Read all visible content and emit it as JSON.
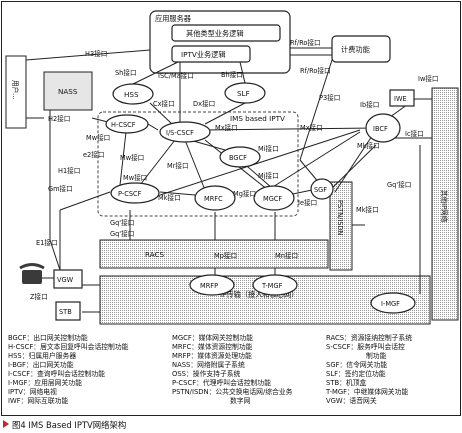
{
  "diagram": {
    "app_server_title": "应用服务器",
    "app_logic_1": "其他类型业务逻辑",
    "app_logic_2": "IPTV业务逻辑",
    "charging": "计费功能",
    "nass": "NASS",
    "hss": "HSS",
    "slf": "SLF",
    "ims_iptv": "IMS based IPTV",
    "h_cscf": "H-CSCF",
    "i_s_cscf": "I/S-CSCF",
    "bgcf": "BGCF",
    "p_cscf": "P-CSCF",
    "mrfc": "MRFC",
    "mgcf": "MGCF",
    "sgf": "SGF",
    "ibcf": "IBCF",
    "iwe": "IWE",
    "racs": "RACS",
    "mrfp": "MRFP",
    "t_mgf": "T-MGF",
    "transport": "IP传输（接入和核心网）",
    "i_mgf": "I-MGF",
    "vgw": "VGW",
    "stb": "STB",
    "left_vert": "用户...",
    "pstn_vert": "PSTN/ISDN",
    "other_ip": "其他IP网络",
    "iface": {
      "h3": "H3接口",
      "sh": "Sh接口",
      "isc_ma": "ISC/Ma接口",
      "bh": "Bh接口",
      "rf_ro_1": "Rf/Ro接口",
      "rf_ro_2": "Rf/Ro接口",
      "p3": "P3接口",
      "cx": "Cx接口",
      "dx": "Dx接口",
      "h2": "H2接口",
      "mw1": "Mw接口",
      "mx1": "Mx接口",
      "mx2": "Mx接口",
      "ib": "Ib接口",
      "iw": "Iw接口",
      "ic": "Ic接口",
      "e2": "e2接口",
      "mw2": "Mw接口",
      "mi": "Mi接口",
      "mj": "Mj接口",
      "h1": "H1接口",
      "mw3": "Mw接口",
      "mr": "Mr接口",
      "mg": "Mg接口",
      "ie": "Ie接口",
      "gm": "Gm接口",
      "mk": "Mk接口",
      "mk2": "Mk接口",
      "gq1": "Gq'接口",
      "gq2": "Gq'接口",
      "gq3": "Gq'接口",
      "mp": "Mp接口",
      "mn": "Mn接口",
      "mk3": "Mk接口",
      "z": "Z接口",
      "e1": "E1接口"
    }
  },
  "legend": {
    "col1": [
      "BGCF：出口网关控制功能",
      "H-CSCF：居文本回复呼叫会话控制功能",
      "HSS：归属用户服务器",
      "I-BGF：出口网关功能",
      "I-CSCF：查询呼叫会话控制功能",
      "I-MGF：应用层网关功能",
      "IPTV：网络电视",
      "IWF：网际互联功能"
    ],
    "col2": [
      "MGCF：媒体网关控制功能",
      "MRFC：媒体资源控制功能",
      "MRFP：媒体资源处理功能",
      "NASS：网络附属子系统",
      "OSS：操作支持子系统",
      "P-CSCF：代理呼叫会话控制功能",
      "PSTN/ISDN：公共交换电话网/综合业务",
      "数字网"
    ],
    "col3": [
      "RACS：资源接纳控制子系统",
      "S-CSCF：服务呼叫会话控",
      "制功能",
      "SGF：信令网关功能",
      "SLF：签约定位功能",
      "STB：机顶盒",
      "T-MGF：中继媒体网关功能",
      "VGW：语音网关"
    ]
  },
  "caption": "图4  IMS Based IPTV网络架构"
}
